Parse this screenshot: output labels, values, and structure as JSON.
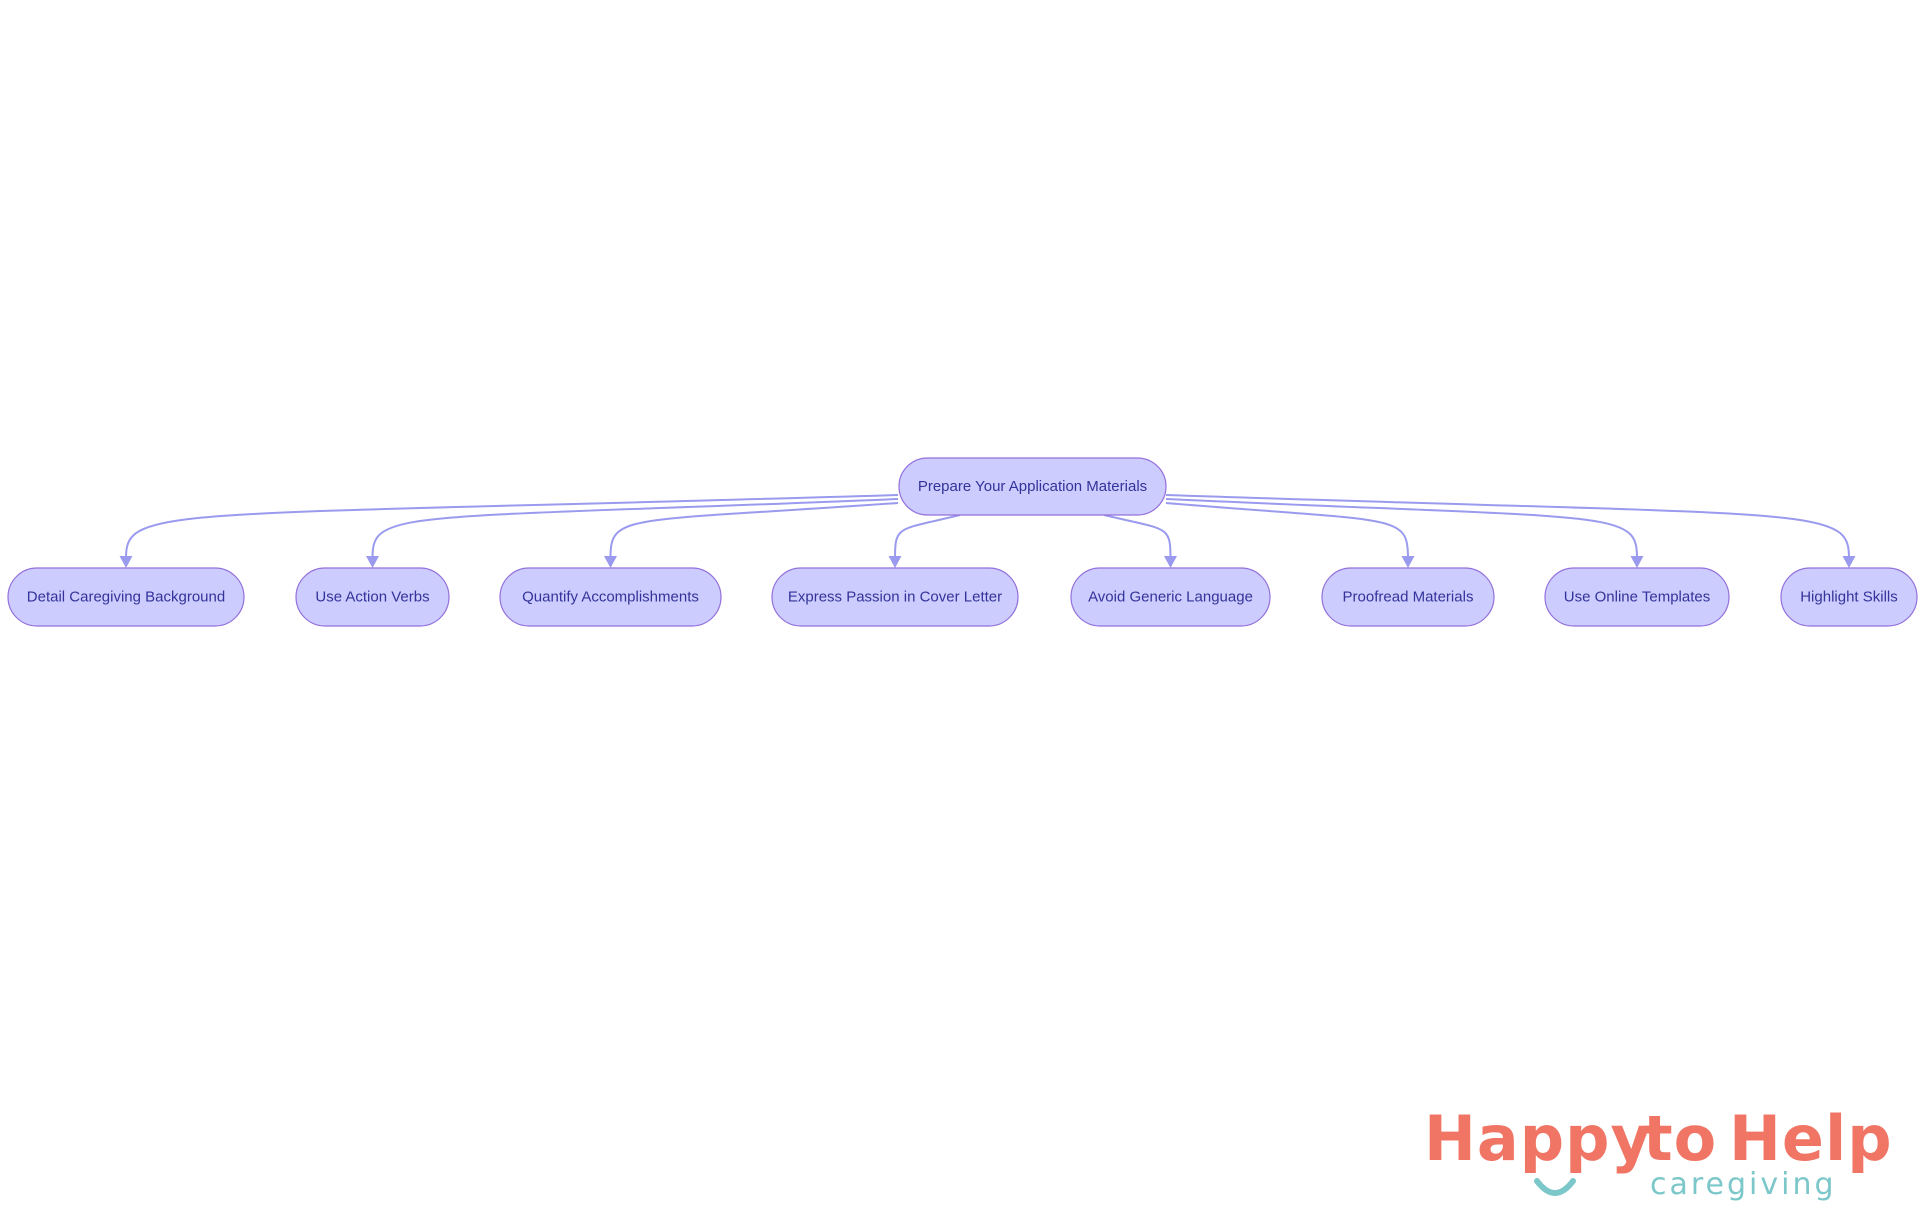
{
  "colors": {
    "node_fill": "#CCCCFF",
    "node_stroke": "#9370DB",
    "node_text": "#333399",
    "edge": "#9A9AEE",
    "logo_coral": "#F07565",
    "logo_teal": "#7CC7C9"
  },
  "diagram": {
    "root": {
      "label": "Prepare Your Application Materials"
    },
    "children": [
      {
        "label": "Detail Caregiving Background"
      },
      {
        "label": "Use Action Verbs"
      },
      {
        "label": "Quantify Accomplishments"
      },
      {
        "label": "Express Passion in Cover Letter"
      },
      {
        "label": "Avoid Generic Language"
      },
      {
        "label": "Proofread Materials"
      },
      {
        "label": "Use Online Templates"
      },
      {
        "label": "Highlight Skills"
      }
    ]
  },
  "logo": {
    "word_happy": "Happy",
    "word_to": "to",
    "word_help": "Help",
    "tagline": "caregiving"
  }
}
